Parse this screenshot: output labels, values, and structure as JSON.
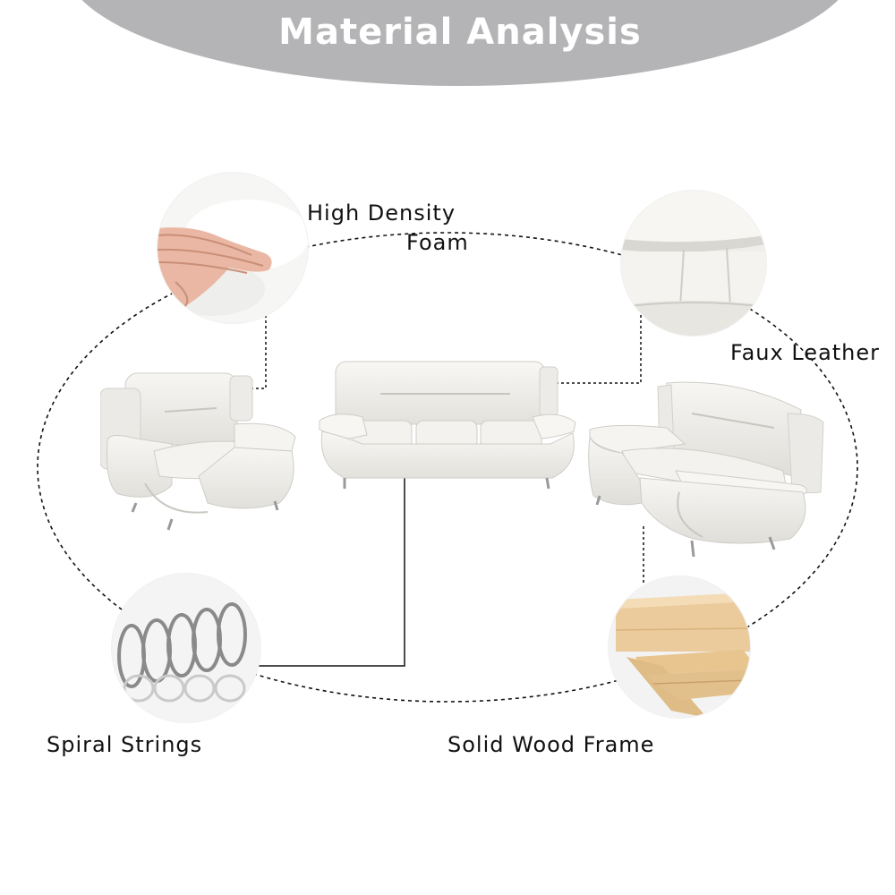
{
  "header": {
    "title": "Material Analysis"
  },
  "features": {
    "foam": {
      "line1": "High Density",
      "line2": "Foam",
      "icon": "foam-hand-icon"
    },
    "leather": {
      "label": "Faux Leather",
      "icon": "leather-texture-icon"
    },
    "springs": {
      "label": "Spiral Strings",
      "icon": "spiral-spring-icon"
    },
    "wood": {
      "label": "Solid Wood Frame",
      "icon": "wood-planks-icon"
    }
  },
  "products": [
    "armchair",
    "sofa",
    "loveseat"
  ],
  "colors": {
    "banner": "#b4b4b6",
    "upholstery": "#f2f1ee",
    "wood": "#e6c698",
    "line": "#111111"
  }
}
